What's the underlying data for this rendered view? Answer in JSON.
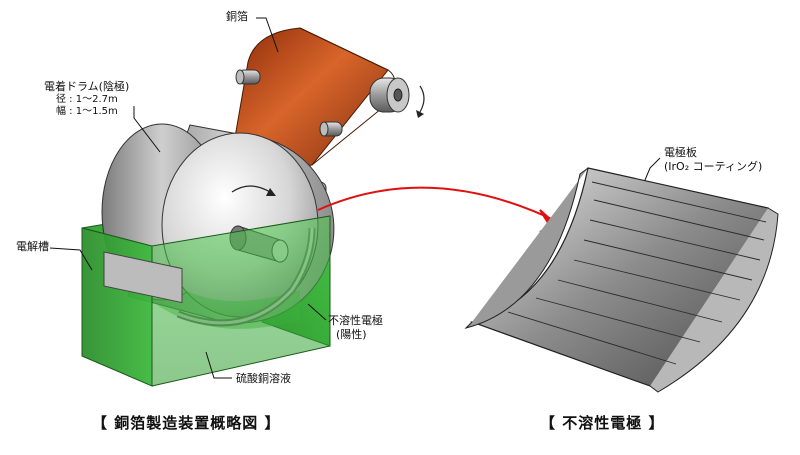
{
  "labels": {
    "copper_foil": "銅箔",
    "drum_title": "電着ドラム(陰極)",
    "drum_diameter": "径 : 1～2.7m",
    "drum_width": "幅 : 1～1.5m",
    "cell": "電解槽",
    "electrode_line1": "不溶性電極",
    "electrode_line2": "(陽性)",
    "electrolyte": "硫酸銅溶液",
    "plate_line1": "電極板",
    "plate_line2": "(IrO₂ コーティング)"
  },
  "captions": {
    "left": "【 銅箔製造装置概略図 】",
    "right": "【 不溶性電極 】"
  },
  "colors": {
    "foil": "#c9521e",
    "cell_green": "#3cb43c",
    "drum_gray": "#b8b8b8",
    "arrow_red": "#e01010",
    "plate_gray": "#8a8a8a"
  }
}
